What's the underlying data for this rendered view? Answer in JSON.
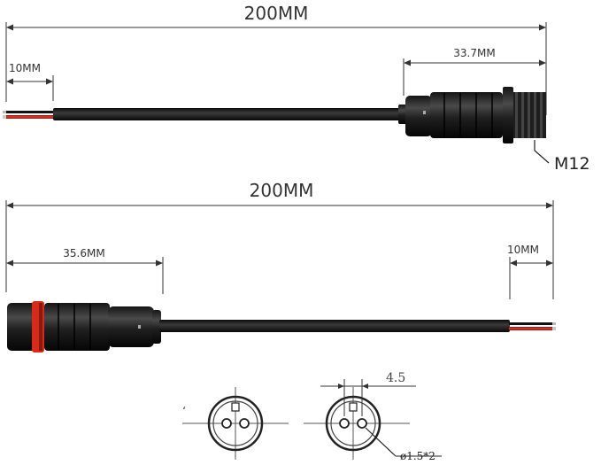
{
  "labels": {
    "top_total_length": "200MM",
    "top_strip_length": "10MM",
    "top_connector_length": "33.7MM",
    "thread_size": "M12",
    "bottom_total_length": "200MM",
    "bottom_connector_length": "35.6MM",
    "bottom_strip_length": "10MM",
    "pin_spacing": "4.5",
    "pin_diameter": "ø1.5*2"
  },
  "colors": {
    "cable": "#1a1a1a",
    "wire_red": "#d42020",
    "seal_ring": "#d62a1a",
    "dimension_line": "#333333"
  }
}
